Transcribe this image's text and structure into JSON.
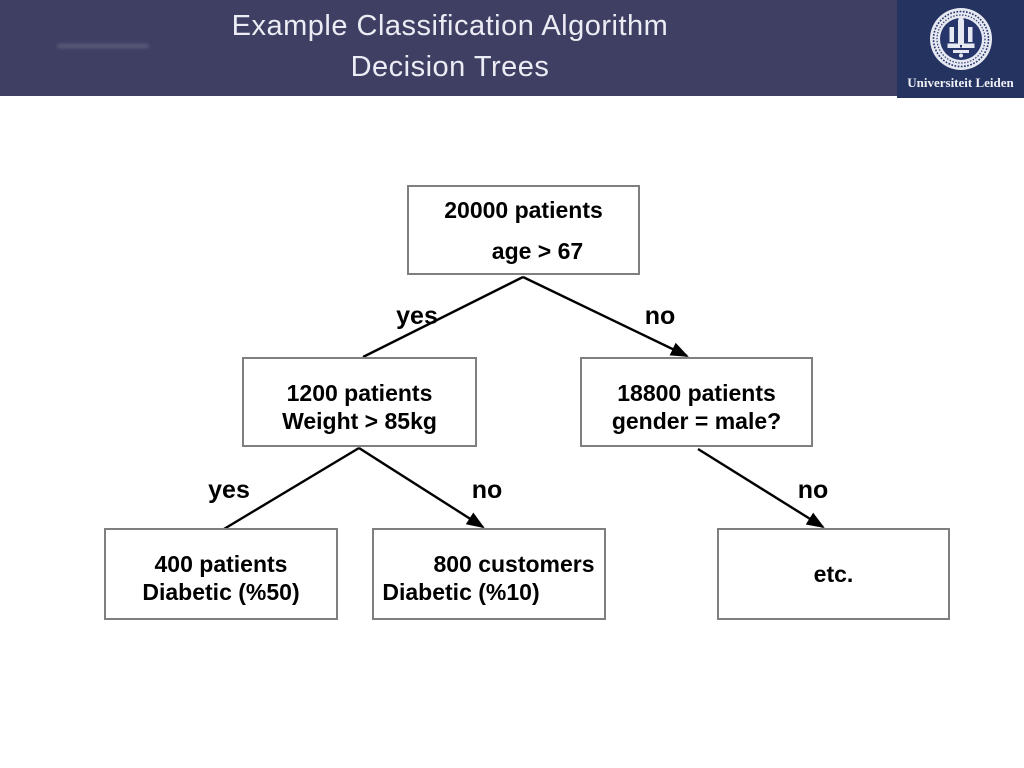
{
  "header": {
    "title_line1": "Example Classification Algorithm",
    "title_line2": "Decision Trees",
    "logo_caption": "Universiteit Leiden",
    "logo_icon": "universiteit-leiden-seal-icon"
  },
  "tree": {
    "nodes": {
      "root": {
        "line1": "20000 patients",
        "line2": "age > 67"
      },
      "mid_left": {
        "line1": "1200 patients",
        "line2": "Weight > 85kg"
      },
      "mid_right": {
        "line1": "18800 patients",
        "line2": "gender = male?"
      },
      "leaf_left": {
        "line1": "400 patients",
        "line2": "Diabetic (%50)"
      },
      "leaf_mid": {
        "line1": "800 customers",
        "line2": "Diabetic (%10)"
      },
      "leaf_right": {
        "line1": "etc."
      }
    },
    "edge_labels": {
      "root_yes": "yes",
      "root_no": "no",
      "mid_yes": "yes",
      "mid_no": "no",
      "right_no": "no"
    }
  },
  "colors": {
    "header_bg": "#3F3F64",
    "logo_bg": "#24335F",
    "title_text": "#ECECF4",
    "box_border": "#7F7F7F",
    "box_text": "#000000",
    "edge_line": "#000000",
    "slide_bg": "#FFFFFF"
  }
}
